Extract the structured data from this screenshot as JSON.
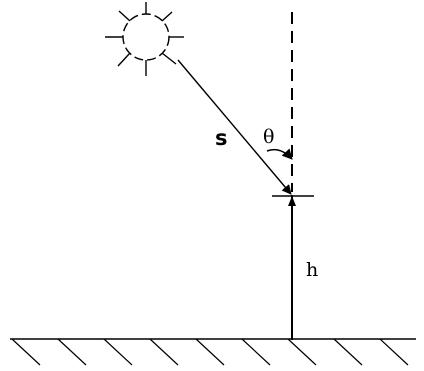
{
  "labels": {
    "ray": "s",
    "angle": "θ",
    "height": "h"
  },
  "icons": {
    "sun": "sun-icon",
    "ground": "ground-hatching"
  },
  "colors": {
    "ink": "#000000",
    "background": "#ffffff"
  }
}
